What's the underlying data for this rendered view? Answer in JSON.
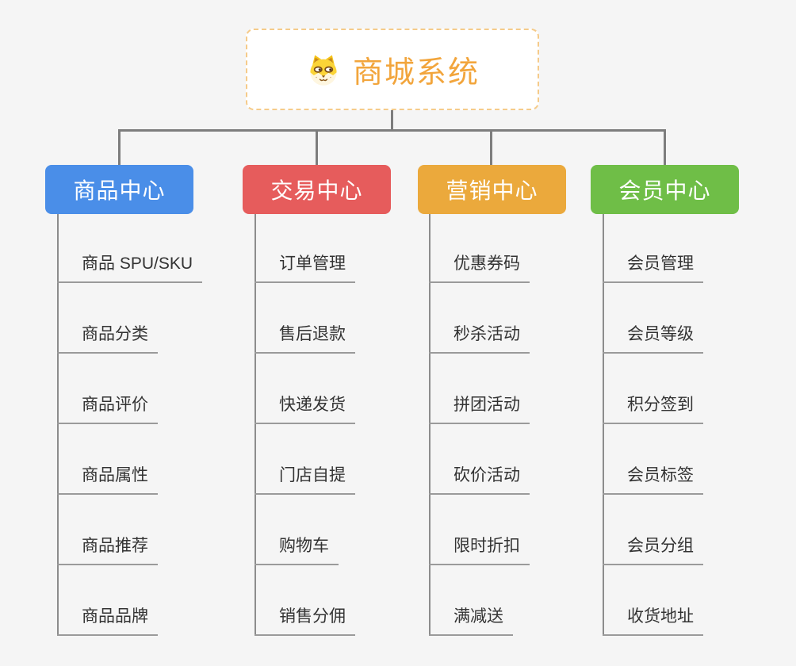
{
  "root": {
    "title": "商城系统",
    "icon": "dog-face-icon"
  },
  "branches": [
    {
      "label": "商品中心",
      "color": "#4A8EE8",
      "children": [
        "商品 SPU/SKU",
        "商品分类",
        "商品评价",
        "商品属性",
        "商品推荐",
        "商品品牌"
      ]
    },
    {
      "label": "交易中心",
      "color": "#E65C5C",
      "children": [
        "订单管理",
        "售后退款",
        "快递发货",
        "门店自提",
        "购物车",
        "销售分佣"
      ]
    },
    {
      "label": "营销中心",
      "color": "#EBA93C",
      "children": [
        "优惠券码",
        "秒杀活动",
        "拼团活动",
        "砍价活动",
        "限时折扣",
        "满减送"
      ]
    },
    {
      "label": "会员中心",
      "color": "#6FBE47",
      "children": [
        "会员管理",
        "会员等级",
        "积分签到",
        "会员标签",
        "会员分组",
        "收货地址"
      ]
    }
  ],
  "colors": {
    "background": "#F5F5F5",
    "connector": "#7D7D7D",
    "child_line": "#9A9A9A",
    "root_border": "#F5CB8A",
    "root_title": "#F2A53C",
    "child_text": "#333333"
  }
}
